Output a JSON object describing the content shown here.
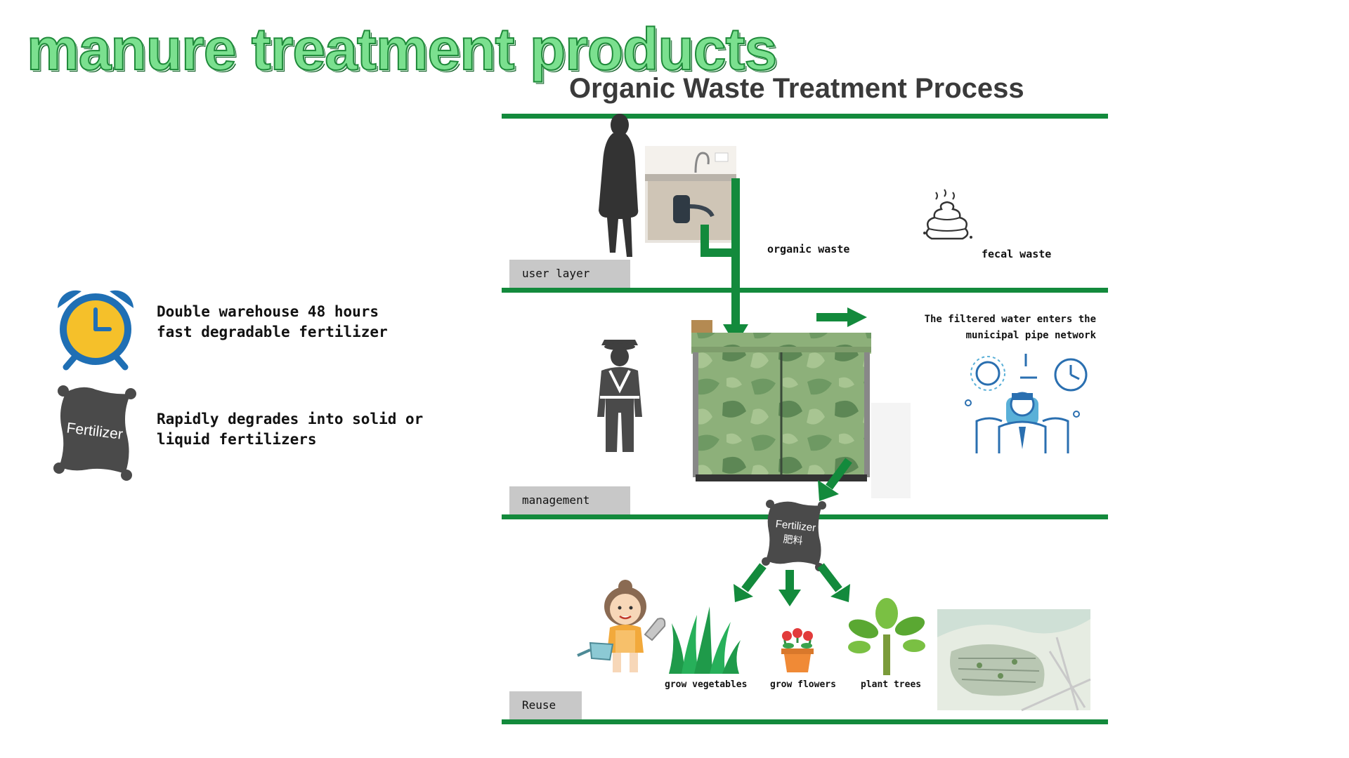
{
  "title": "manure treatment products",
  "diagram": {
    "title": "Organic Waste Treatment Process",
    "layers": {
      "user": "user layer",
      "management": "management",
      "reuse": "Reuse"
    },
    "labels": {
      "organic_waste": "organic waste",
      "fecal_waste": "fecal waste",
      "filtered_water_line1": "The filtered water enters the",
      "filtered_water_line2": "municipal pipe network",
      "grow_vegetables": "grow vegetables",
      "grow_flowers": "grow flowers",
      "plant_trees": "plant trees"
    },
    "fertilizer_bag": {
      "en": "Fertilizer",
      "zh": "肥料"
    }
  },
  "features": [
    {
      "icon": "alarm-clock-icon",
      "line1": "Double warehouse 48 hours",
      "line2": "fast degradable fertilizer"
    },
    {
      "icon": "fertilizer-bag-icon",
      "icon_text": "Fertilizer",
      "line1": "Rapidly degrades into solid or",
      "line2": "liquid fertilizers"
    }
  ],
  "colors": {
    "accent_green": "#138a3c",
    "title_green": "#7be08f",
    "tab_gray": "#c8c8c8",
    "icon_blue": "#1f6fb4",
    "icon_yellow": "#f5c02a",
    "bag_dark": "#4a4a4a"
  }
}
